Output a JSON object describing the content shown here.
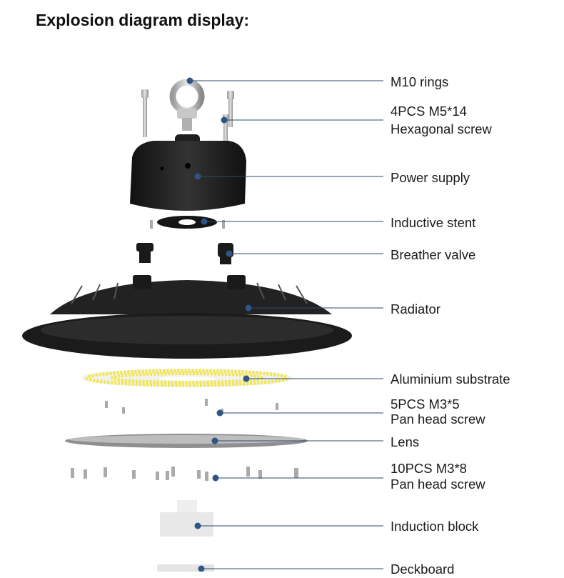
{
  "title": "Explosion diagram display:",
  "callouts": [
    {
      "lines": [
        "M10 rings"
      ]
    },
    {
      "lines": [
        "4PCS M5*14",
        "Hexagonal screw"
      ]
    },
    {
      "lines": [
        "Power supply"
      ]
    },
    {
      "lines": [
        "Inductive stent"
      ]
    },
    {
      "lines": [
        "Breather valve"
      ]
    },
    {
      "lines": [
        "Radiator"
      ]
    },
    {
      "lines": [
        "Aluminium substrate"
      ]
    },
    {
      "lines": [
        "5PCS M3*5",
        "Pan head screw"
      ]
    },
    {
      "lines": [
        "Lens"
      ]
    },
    {
      "lines": [
        "10PCS M3*8",
        "Pan head screw"
      ]
    },
    {
      "lines": [
        "Induction block"
      ]
    },
    {
      "lines": [
        "Deckboard"
      ]
    }
  ],
  "colors": {
    "leader": "#2d4a6e",
    "dot": "#2f5486",
    "housing": "#1c1c1c",
    "led": "#f2e74a"
  }
}
